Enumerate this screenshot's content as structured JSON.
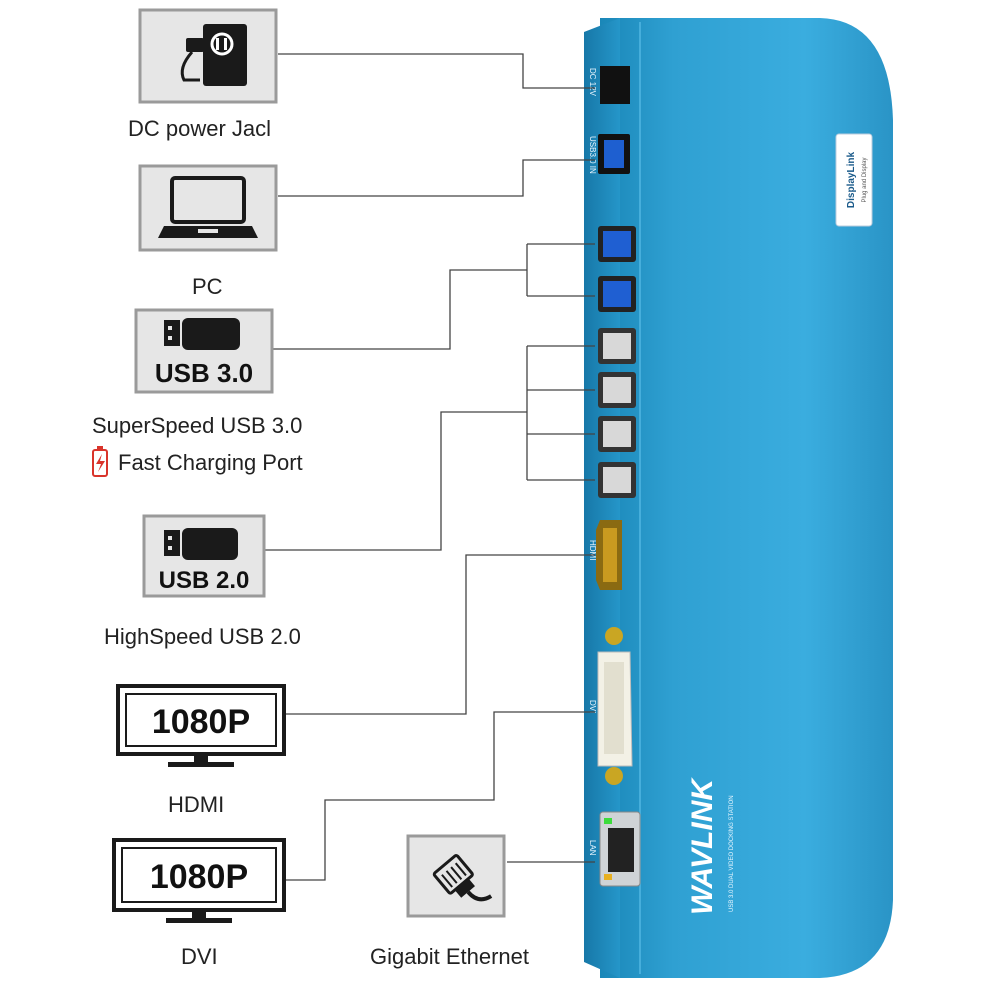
{
  "labels": {
    "dc_power": "DC power Jacl",
    "pc": "PC",
    "usb3_speed": "SuperSpeed USB 3.0",
    "fast_charging": "Fast Charging Port",
    "usb2_speed": "HighSpeed USB 2.0",
    "hdmi": "HDMI",
    "dvi": "DVI",
    "ethernet": "Gigabit Ethernet"
  },
  "icons": {
    "usb3_text": "USB 3.0",
    "usb2_text": "USB 2.0",
    "monitor1_text": "1080P",
    "monitor2_text": "1080P"
  },
  "device": {
    "brand": "WAVLINK",
    "subtitle": "USB 3.0 DUAL VIDEO DOCKING STATION",
    "badge_title": "DisplayLink",
    "badge_sub": "Plug and Display",
    "port_dc": "DC 12V",
    "port_usb_in": "USB3.0 IN",
    "port_hdmi": "HDMI",
    "port_dvi": "DVI",
    "port_lan": "LAN"
  },
  "colors": {
    "device_blue": "#2e9cce",
    "device_dark": "#1c7fae",
    "line": "#444444",
    "charge_red": "#d9342b"
  }
}
